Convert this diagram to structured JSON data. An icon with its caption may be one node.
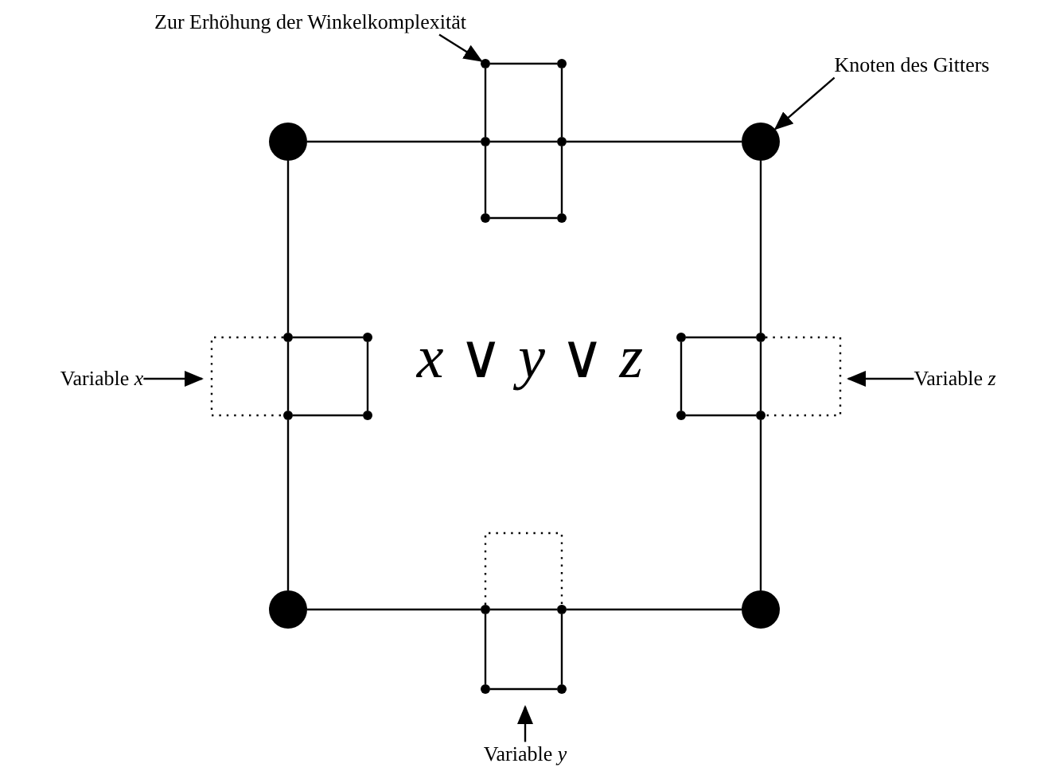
{
  "diagram": {
    "nodes": [
      {
        "text": [
          "Zur Erhöhung der Winkelkomplexität"
        ]
      },
      {
        "text": [
          "Knoten des Gitters"
        ]
      },
      {
        "text": [],
        "shape": "circle"
      },
      {
        "text": [],
        "shape": "circle"
      },
      {
        "text": [],
        "shape": "circle"
      },
      {
        "text": [],
        "shape": "circle"
      },
      {
        "text": [],
        "shape": "circle"
      },
      {
        "text": [],
        "shape": "circle"
      },
      {
        "text": [],
        "shape": "circle"
      },
      {
        "text": [],
        "shape": "circle"
      },
      {
        "text": [],
        "shape": "circle"
      },
      {
        "text": [],
        "shape": "circle"
      },
      {
        "text": [],
        "shape": "circle"
      },
      {
        "text": [],
        "shape": "circle"
      },
      {
        "text": [
          "Variable *x*"
        ]
      },
      {
        "text": [
          "Variable *z*"
        ]
      },
      {
        "text": [],
        "shape": "circle"
      },
      {
        "text": [],
        "shape": "circle"
      },
      {
        "text": [],
        "shape": "circle"
      },
      {
        "text": [],
        "shape": "circle"
      },
      {
        "text": [],
        "shape": "circle"
      },
      {
        "text": [],
        "shape": "circle"
      },
      {
        "text": [],
        "shape": "circle"
      },
      {
        "text": [],
        "shape": "circle"
      },
      {
        "text": [],
        "shape": "circle"
      },
      {
        "text": [],
        "shape": "circle"
      },
      {
        "text": [
          "Variable *y*"
        ]
      }
    ],
    "edges": [
      {
        "from": 4,
        "to": 5,
        "arrow": "none"
      },
      {
        "from": 5,
        "to": 6,
        "arrow": "none"
      },
      {
        "from": 6,
        "to": 7,
        "arrow": "none"
      },
      {
        "from": 2,
        "to": 3,
        "arrow": "none"
      },
      {
        "from": 2,
        "to": 5,
        "arrow": "none"
      },
      {
        "from": 5,
        "to": 8,
        "arrow": "none"
      },
      {
        "from": 3,
        "to": 6,
        "arrow": "none"
      },
      {
        "from": 6,
        "to": 9,
        "arrow": "none"
      },
      {
        "from": 8,
        "to": 9,
        "arrow": "none"
      },
      {
        "from": 4,
        "to": 10,
        "arrow": "none"
      },
      {
        "from": 10,
        "to": 16,
        "arrow": "none"
      },
      {
        "from": 16,
        "to": 20,
        "arrow": "none"
      },
      {
        "from": 10,
        "to": 11,
        "arrow": "none"
      },
      {
        "from": 11,
        "to": 17,
        "arrow": "none"
      },
      {
        "from": 16,
        "to": 17,
        "arrow": "none"
      },
      {
        "from": 7,
        "to": 13,
        "arrow": "none"
      },
      {
        "from": 13,
        "to": 19,
        "arrow": "none"
      },
      {
        "from": 19,
        "to": 23,
        "arrow": "none"
      },
      {
        "from": 12,
        "to": 13,
        "arrow": "none"
      },
      {
        "from": 12,
        "to": 18,
        "arrow": "none"
      },
      {
        "from": 18,
        "to": 19,
        "arrow": "none"
      },
      {
        "from": 20,
        "to": 21,
        "arrow": "none"
      },
      {
        "from": 21,
        "to": 22,
        "arrow": "none"
      },
      {
        "from": 22,
        "to": 23,
        "arrow": "none"
      },
      {
        "from": 21,
        "to": 24,
        "arrow": "none"
      },
      {
        "from": 22,
        "to": 25,
        "arrow": "none"
      },
      {
        "from": 24,
        "to": 25,
        "arrow": "none"
      },
      {
        "from": 10,
        "to": 16,
        "arrow": "none",
        "style": "dashed"
      },
      {
        "from": 13,
        "to": 19,
        "arrow": "none",
        "style": "dashed"
      },
      {
        "from": 21,
        "to": 22,
        "arrow": "none",
        "style": "dashed"
      },
      {
        "from": 0,
        "to": 2,
        "arrow": "to"
      },
      {
        "from": 1,
        "to": 7,
        "arrow": "to"
      },
      {
        "from": 14,
        "to": null,
        "arrow": "to"
      },
      {
        "from": 15,
        "to": null,
        "arrow": "to"
      },
      {
        "from": 26,
        "to": null,
        "arrow": "to"
      }
    ],
    "labels": [
      "*x* ∨ *y* ∨ *z*"
    ]
  }
}
